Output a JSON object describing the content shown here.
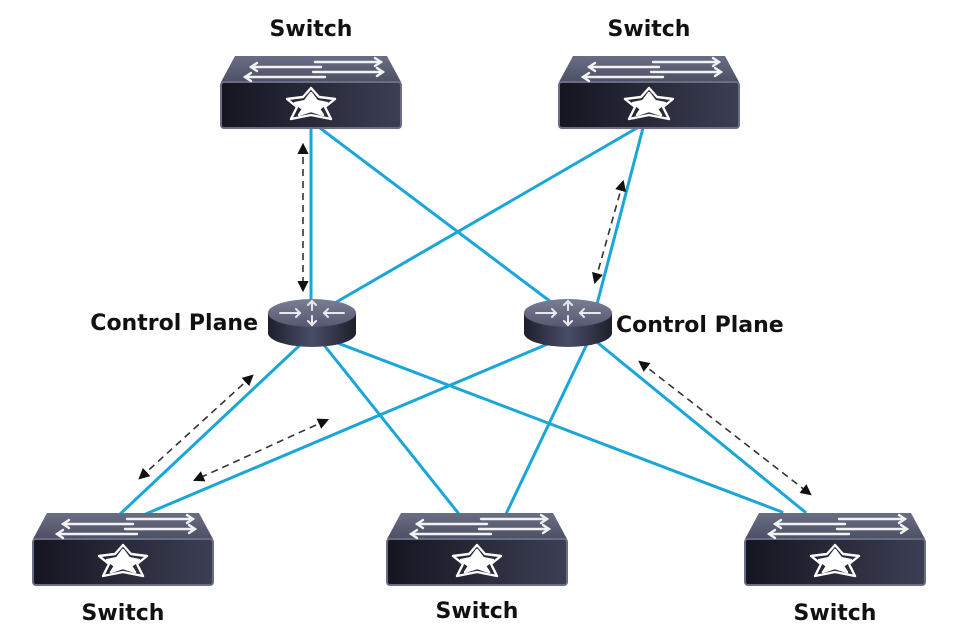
{
  "diagram": {
    "title": "",
    "colors": {
      "link": "#1aa6d9",
      "message_arrow": "#333333",
      "device_top": "#5c6075",
      "device_front": "#1c1d2a",
      "label": "#111111"
    },
    "nodes": [
      {
        "id": "sw-top-left",
        "type": "switch",
        "label": "Switch",
        "label_position": "above"
      },
      {
        "id": "sw-top-right",
        "type": "switch",
        "label": "Switch",
        "label_position": "above"
      },
      {
        "id": "cp-left",
        "type": "router",
        "label": "Control Plane",
        "label_position": "left"
      },
      {
        "id": "cp-right",
        "type": "router",
        "label": "Control Plane",
        "label_position": "right"
      },
      {
        "id": "sw-bottom-left",
        "type": "switch",
        "label": "Switch",
        "label_position": "below"
      },
      {
        "id": "sw-bottom-center",
        "type": "switch",
        "label": "Switch",
        "label_position": "below"
      },
      {
        "id": "sw-bottom-right",
        "type": "switch",
        "label": "Switch",
        "label_position": "below"
      }
    ],
    "links": [
      {
        "from": "sw-top-left",
        "to": "cp-left"
      },
      {
        "from": "sw-top-left",
        "to": "cp-right"
      },
      {
        "from": "sw-top-right",
        "to": "cp-left"
      },
      {
        "from": "sw-top-right",
        "to": "cp-right"
      },
      {
        "from": "cp-left",
        "to": "sw-bottom-left"
      },
      {
        "from": "cp-left",
        "to": "sw-bottom-center"
      },
      {
        "from": "cp-left",
        "to": "sw-bottom-right"
      },
      {
        "from": "cp-right",
        "to": "sw-bottom-left"
      },
      {
        "from": "cp-right",
        "to": "sw-bottom-center"
      },
      {
        "from": "cp-right",
        "to": "sw-bottom-right"
      }
    ],
    "control_messages": [
      {
        "between": [
          "sw-top-left",
          "cp-left"
        ],
        "style": "dashed-bidirectional"
      },
      {
        "between": [
          "sw-top-right",
          "cp-right"
        ],
        "style": "dashed-bidirectional"
      },
      {
        "between": [
          "cp-left",
          "sw-bottom-left"
        ],
        "style": "dashed-bidirectional"
      },
      {
        "between": [
          "cp-right",
          "sw-bottom-left"
        ],
        "style": "dashed-bidirectional"
      },
      {
        "between": [
          "cp-right",
          "sw-bottom-right"
        ],
        "style": "dashed-bidirectional"
      }
    ]
  }
}
